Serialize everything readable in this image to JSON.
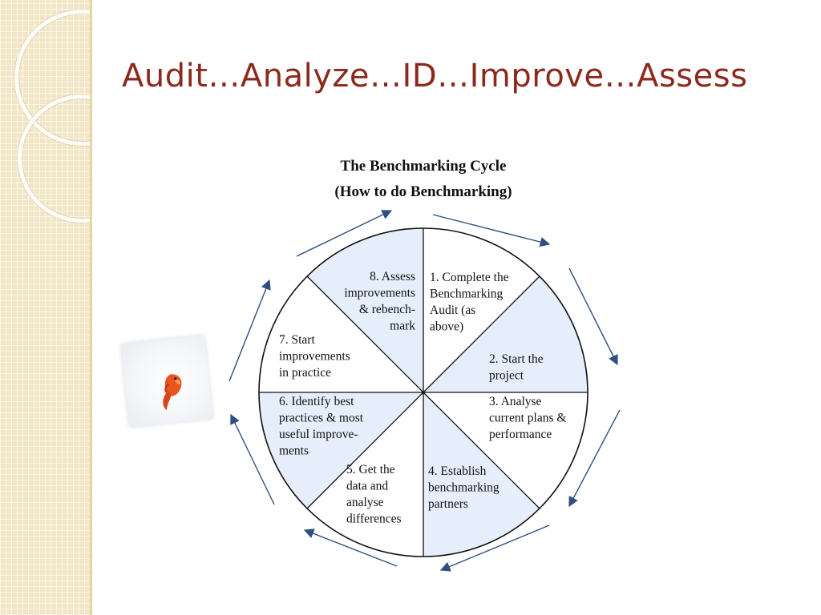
{
  "slide": {
    "title": "Audit…Analyze…ID…Improve…Assess"
  },
  "diagram": {
    "title_line1": "The Benchmarking Cycle",
    "title_line2": "(How to do Benchmarking)",
    "colors": {
      "shaded": "#e6eefb",
      "plain": "#ffffff",
      "stroke": "#111111",
      "arrow": "#2f4f7f"
    },
    "segments": [
      {
        "lines": [
          "1. Complete the",
          "Benchmarking",
          "Audit (as",
          "above)"
        ]
      },
      {
        "lines": [
          "2. Start the",
          "project"
        ]
      },
      {
        "lines": [
          "3. Analyse",
          "current plans &",
          "performance"
        ]
      },
      {
        "lines": [
          "4. Establish",
          "benchmarking",
          "partners"
        ]
      },
      {
        "lines": [
          "5. Get the",
          "data and",
          "analyse",
          "differences"
        ]
      },
      {
        "lines": [
          "6. Identify best",
          "practices & most",
          "useful improve-",
          "ments"
        ]
      },
      {
        "lines": [
          "7. Start",
          "improvements",
          "in practice"
        ]
      },
      {
        "lines": [
          "8. Assess",
          "improvements",
          "& rebench-",
          "mark"
        ]
      }
    ]
  }
}
